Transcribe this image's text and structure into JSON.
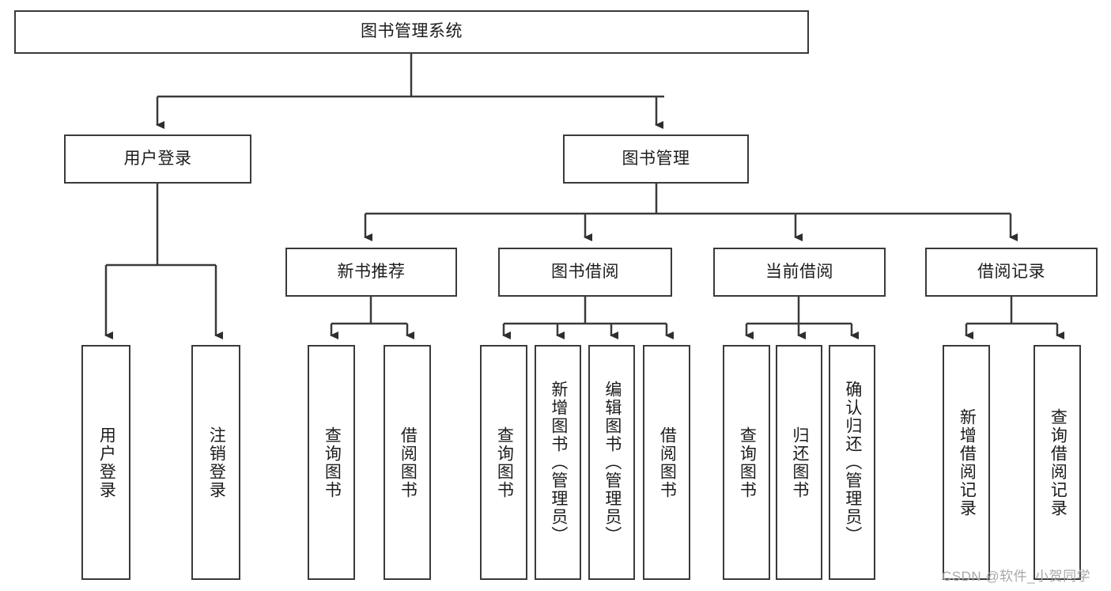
{
  "diagram": {
    "title": "图书管理系统",
    "type": "tree-hierarchy",
    "root": {
      "label": "图书管理系统"
    },
    "level1": [
      {
        "label": "用户登录"
      },
      {
        "label": "图书管理"
      }
    ],
    "level2": [
      {
        "label": "新书推荐"
      },
      {
        "label": "图书借阅"
      },
      {
        "label": "当前借阅"
      },
      {
        "label": "借阅记录"
      }
    ],
    "leaves": {
      "user_login": [
        {
          "label": "用户登录"
        },
        {
          "label": "注销登录"
        }
      ],
      "new_book_recommend": [
        {
          "label": "查询图书"
        },
        {
          "label": "借阅图书"
        }
      ],
      "book_borrow": [
        {
          "label": "查询图书"
        },
        {
          "label": "新增图书（管理员）"
        },
        {
          "label": "编辑图书（管理员）"
        },
        {
          "label": "借阅图书"
        }
      ],
      "current_borrow": [
        {
          "label": "查询图书"
        },
        {
          "label": "归还图书"
        },
        {
          "label": "确认归还（管理员）"
        }
      ],
      "borrow_records": [
        {
          "label": "新增借阅记录"
        },
        {
          "label": "查询借阅记录"
        }
      ]
    }
  },
  "watermark": {
    "text": "CSDN @软件_小贺同学"
  },
  "colors": {
    "stroke": "#3a3a3a",
    "fill": "#ffffff",
    "text": "#1c1c1c",
    "watermark": "#a8a8a8"
  }
}
